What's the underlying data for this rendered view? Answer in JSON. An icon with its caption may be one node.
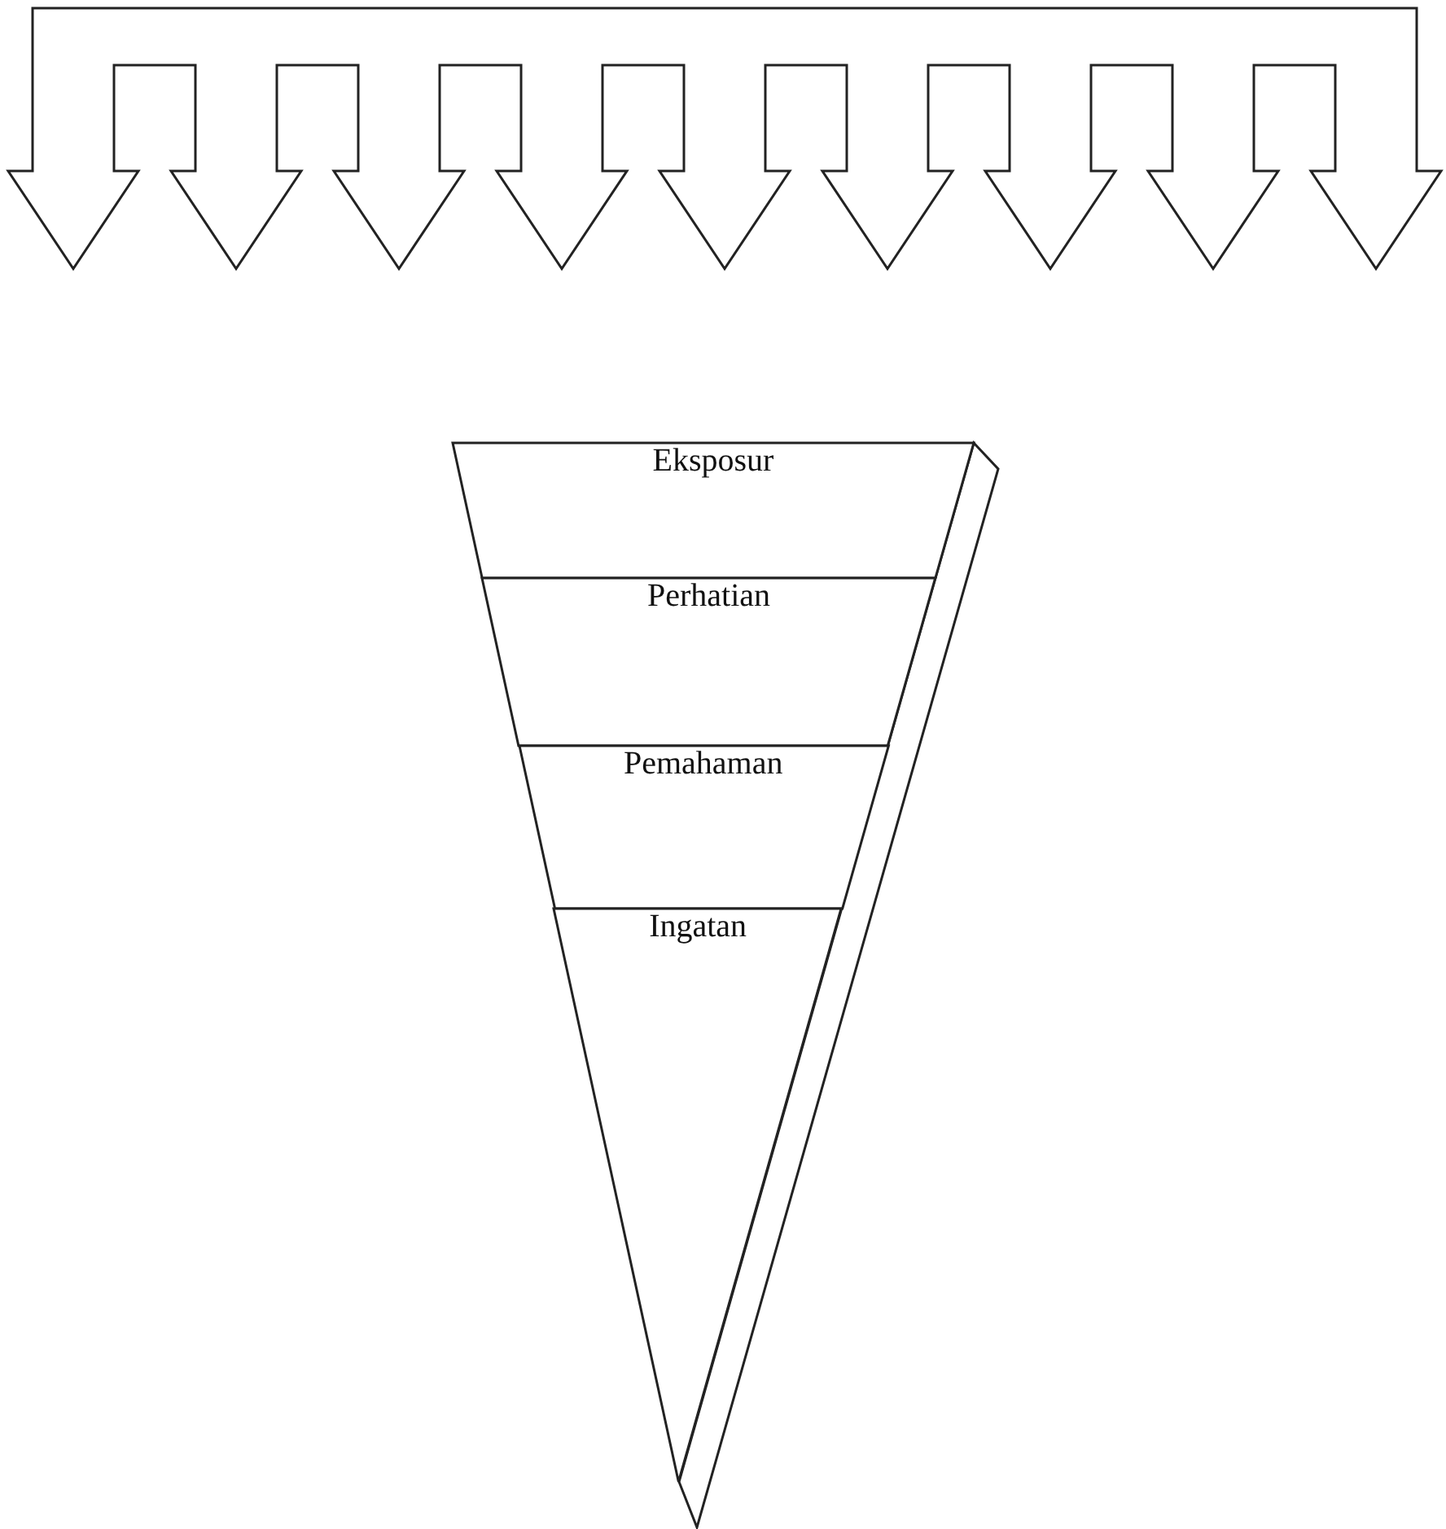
{
  "diagram": {
    "nodes": [
      {
        "text": [
          "Eksposur"
        ]
      },
      {
        "text": [
          "Perhatian"
        ]
      },
      {
        "text": [
          "Pemahaman"
        ]
      },
      {
        "text": [
          "Ingatan"
        ]
      }
    ]
  }
}
